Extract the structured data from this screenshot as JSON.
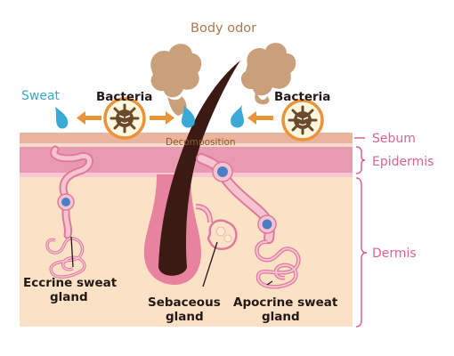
{
  "labels": {
    "body_odor": "Body odor",
    "sweat": "Sweat",
    "bacteria_left": "Bacteria",
    "bacteria_right": "Bacteria",
    "decomposition": "Decomposition",
    "sebum": "Sebum",
    "epidermis": "Epidermis",
    "dermis": "Dermis",
    "eccrine_line1": "Eccrine sweat",
    "eccrine_line2": "gland",
    "sebaceous_line1": "Sebaceous",
    "sebaceous_line2": "gland",
    "apocrine_line1": "Apocrine sweat",
    "apocrine_line2": "gland"
  },
  "colors": {
    "sebum": "#e9b59e",
    "epidermis": "#e89bb0",
    "dermis": "#fbe2c6",
    "gland_tube": "#f2a7bd",
    "gland_outline": "#e07a9c",
    "gland_nucleus": "#4a7fc6",
    "hair": "#3a1a12",
    "odor_cloud": "#c9a07a",
    "sweat_drop": "#39a9d6",
    "bacteria": "#6b4a2a",
    "arrow": "#e8943a",
    "bracket": "#d9648f"
  },
  "icons": {
    "bacteria": "bacteria-icon",
    "sweat_drop": "sweat-drop-icon",
    "odor_cloud": "odor-cloud-icon"
  }
}
